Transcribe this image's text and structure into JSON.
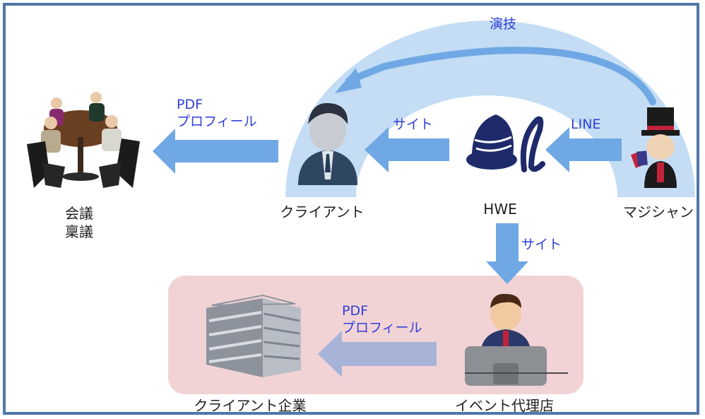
{
  "colors": {
    "border": "#4f77a8",
    "arc_fill": "#c4ddf4",
    "arrow_blue": "#6fa8e4",
    "arrow_pink_area": "#a7b4d8",
    "pink_panel": "#f2d3d5",
    "label_blue": "#2f3fd6"
  },
  "nodes": {
    "meeting": {
      "line1": "会議",
      "line2": "稟議"
    },
    "client": "クライアント",
    "hwe": "HWE",
    "magician": "マジシャン",
    "client_company": "クライアント企業",
    "event_agency": "イベント代理店"
  },
  "edges": {
    "performance": "演技",
    "client_to_meeting": {
      "line1": "PDF",
      "line2": "プロフィール"
    },
    "hwe_to_client": "サイト",
    "magician_to_hwe": "LINE",
    "hwe_to_agency": "サイト",
    "agency_to_company": {
      "line1": "PDF",
      "line2": "プロフィール"
    }
  }
}
